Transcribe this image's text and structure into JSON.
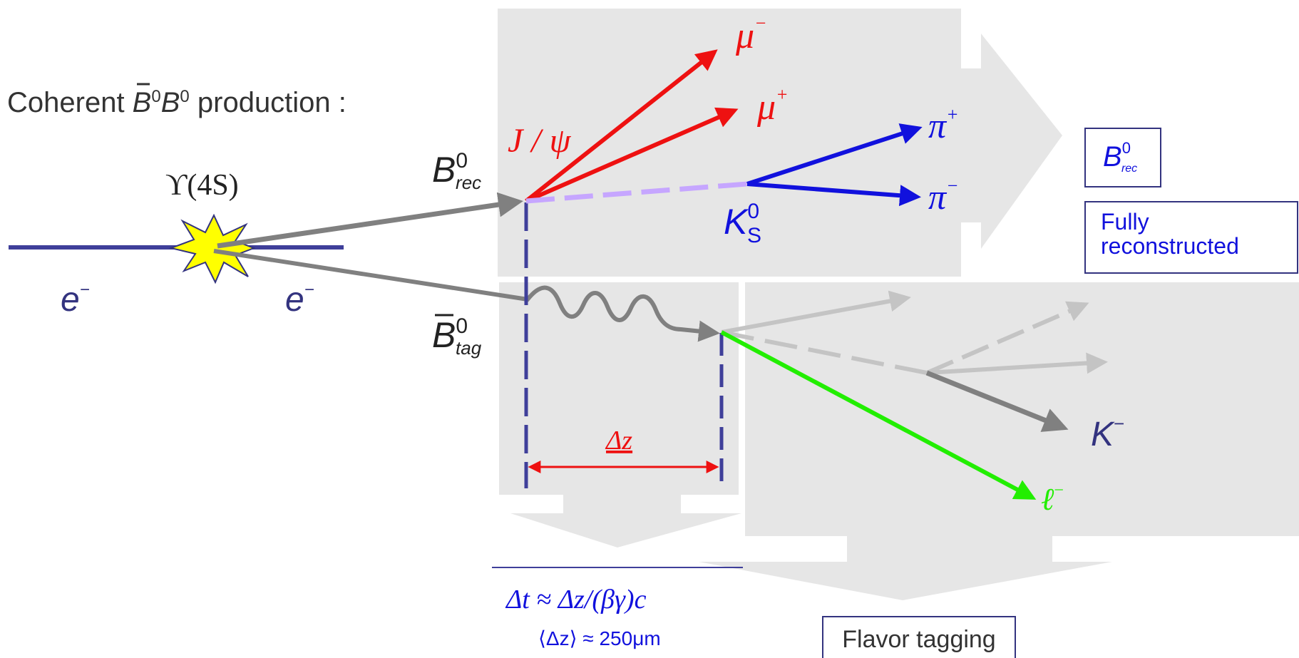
{
  "colors": {
    "panel": "#e6e6e6",
    "navy": "#33337f",
    "beam": "#3f3f9a",
    "red": "#ee1111",
    "blue": "#1111dd",
    "lilac": "#c6a6ff",
    "gray": "#808080",
    "lightgray": "#c4c4c4",
    "green": "#22ee00",
    "star": "#ffff00"
  },
  "header": {
    "prefix": "Coherent ",
    "b1": "B",
    "b1_sup": "0",
    "b2": "B",
    "b2_sup": "0",
    "suffix": " production :"
  },
  "collision": {
    "upsilon": "ϒ(4S)",
    "beam_left": "e",
    "beam_right": "e",
    "beam_charge": "−"
  },
  "rec": {
    "b_label": "B",
    "b_sup": "0",
    "b_sub": "rec",
    "jpsi": "J / ψ",
    "mu_minus": "μ",
    "mu_minus_charge": "−",
    "mu_plus": "μ",
    "mu_plus_charge": "+",
    "pi_plus": "π",
    "pi_plus_charge": "+",
    "pi_minus": "π",
    "pi_minus_charge": "−",
    "kshort": "K",
    "kshort_sup": "0",
    "kshort_sub": "S"
  },
  "tag": {
    "b_label": "B",
    "b_sup": "0",
    "b_sub": "tag",
    "kaon": "K",
    "kaon_charge": "−",
    "lepton": "ℓ",
    "lepton_charge": "−"
  },
  "measurement": {
    "dz": "Δz",
    "dt_formula": "Δt ≈ Δz/(βγ)c",
    "dz_avg": "⟨Δz⟩ ≈ 250μm"
  },
  "boxes": {
    "brec_title": "B",
    "brec_sup": "0",
    "brec_sub": "rec",
    "fully": "Fully",
    "reconstructed": "reconstructed",
    "flavor": "Flavor tagging"
  }
}
